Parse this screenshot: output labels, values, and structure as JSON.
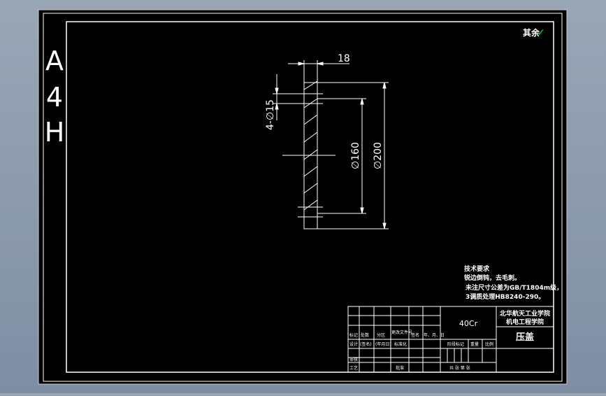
{
  "sheet": {
    "side_label": [
      "A",
      "4",
      "H"
    ],
    "roughness_note": "其余",
    "roughness_symbol": "✓"
  },
  "dimensions": {
    "thickness": "18",
    "holes": "4-∅15",
    "inner_diameter": "∅160",
    "outer_diameter": "∅200"
  },
  "tech_requirements": {
    "heading": "技术要求",
    "lines": [
      "锐边倒钝，去毛刺。",
      "未注尺寸公差为GB/T1804m级，",
      "3调质处理HB8240-290。"
    ]
  },
  "title_block": {
    "institution_line1": "北华航天工业学院",
    "institution_line2": "机电工程学院",
    "material": "40Cr",
    "part_name": "压盖",
    "row1_labels": [
      "标记",
      "处数",
      "分区",
      "更改文件号",
      "签名",
      "年、月、日"
    ],
    "row2_labels": [
      "设计",
      "(签名)",
      "(年月日)",
      "标准化"
    ],
    "row2_right": [
      "阶段标记",
      "重量",
      "比例"
    ],
    "row_audit": "审核",
    "row_process": "工艺",
    "row_approve": "批准",
    "sheet_total": "共  张  第  张"
  },
  "colors": {
    "background": "#000000",
    "lines": "#ffffff",
    "text": "#ffffff",
    "frame_bg": "#8494a8"
  }
}
